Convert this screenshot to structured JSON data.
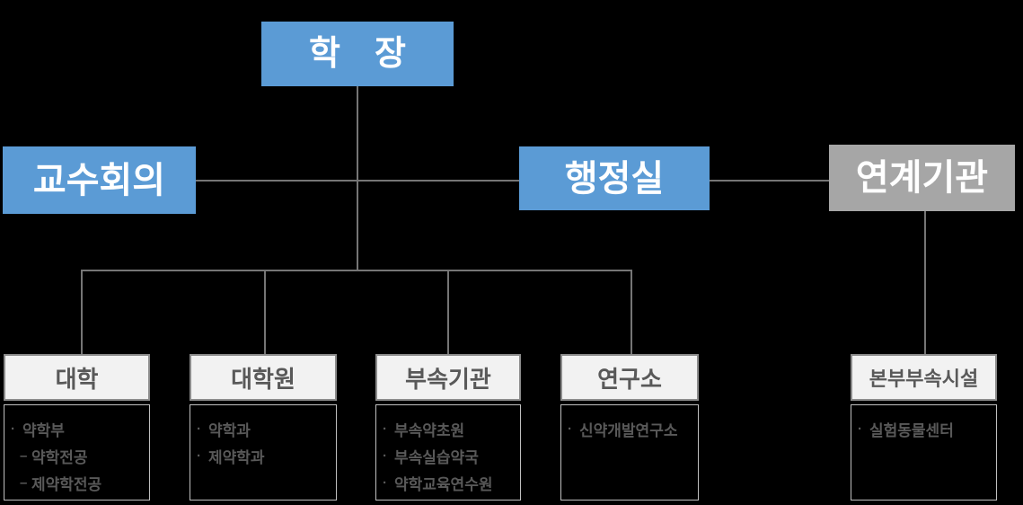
{
  "palette": {
    "background": "#000000",
    "connector": "#757575",
    "primary_blue": "#5B9BD5",
    "secondary_gray": "#A6A6A6",
    "group_header_fill": "#F2F2F2",
    "group_header_border": "#8C8C8C",
    "group_header_text": "#595959",
    "group_body_border": "#BFBFBF",
    "group_body_text": "#595959",
    "top_box_text": "#FFFFFF"
  },
  "nodes": {
    "dean": "학　장",
    "faculty_council": "교수회의",
    "admin_office": "행정실",
    "affiliated_org": "연계기관"
  },
  "groups": [
    {
      "title": "대학",
      "items": [
        {
          "prefix": "·",
          "text": "약학부",
          "level": 1
        },
        {
          "prefix": "–",
          "text": "약학전공",
          "level": 2
        },
        {
          "prefix": "–",
          "text": "제약학전공",
          "level": 2
        }
      ]
    },
    {
      "title": "대학원",
      "items": [
        {
          "prefix": "·",
          "text": "약학과",
          "level": 1
        },
        {
          "prefix": "·",
          "text": "제약학과",
          "level": 1
        }
      ]
    },
    {
      "title": "부속기관",
      "items": [
        {
          "prefix": "·",
          "text": "부속약초원",
          "level": 1
        },
        {
          "prefix": "·",
          "text": "부속실습약국",
          "level": 1
        },
        {
          "prefix": "·",
          "text": "약학교육연수원",
          "level": 1
        }
      ]
    },
    {
      "title": "연구소",
      "items": [
        {
          "prefix": "·",
          "text": "신약개발연구소",
          "level": 1
        }
      ]
    },
    {
      "title": "본부부속시설",
      "items": [
        {
          "prefix": "·",
          "text": "실험동물센터",
          "level": 1
        }
      ]
    }
  ]
}
